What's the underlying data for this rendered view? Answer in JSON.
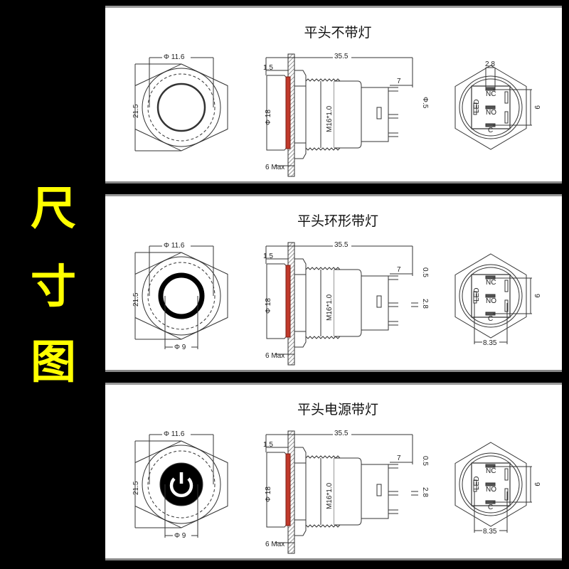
{
  "side_label": [
    "尺",
    "寸",
    "图"
  ],
  "colors": {
    "accent_yellow": "#ffff00",
    "flange_red": "#c0392b"
  },
  "panels": [
    {
      "title": "平头不带灯",
      "variant": "no-light",
      "front": {
        "diameter": "Φ 11.6",
        "height": "21.5"
      },
      "side": {
        "length": "35.5",
        "flange": "1.5",
        "diameter": "Φ 18",
        "thread": "M16*1.0",
        "panel_max": "6 Max",
        "pin_length": "7",
        "pin_thick": "Φ.5"
      },
      "back": {
        "pin_spacing": "2.8",
        "height": "9",
        "terminals": [
          "NC",
          "NO",
          "C"
        ],
        "led": "LED"
      }
    },
    {
      "title": "平头环形带灯",
      "variant": "ring-light",
      "front": {
        "diameter": "Φ 11.6",
        "height": "21.5",
        "inner": "Φ 9"
      },
      "side": {
        "length": "35.5",
        "flange": "1.5",
        "diameter": "Φ 18",
        "thread": "M16*1.0",
        "panel_max": "6 Max",
        "pin_length": "7",
        "pin_thick": "0.5",
        "pin_spacing": "2.8"
      },
      "back": {
        "height": "9",
        "width": "8.35",
        "terminals": [
          "NC",
          "NO",
          "C"
        ],
        "led": "LED"
      }
    },
    {
      "title": "平头电源带灯",
      "variant": "power-light",
      "front": {
        "diameter": "Φ 11.6",
        "height": "21.5",
        "inner": "Φ 9"
      },
      "side": {
        "length": "35.5",
        "flange": "1.5",
        "diameter": "Φ 18",
        "thread": "M16*1.0",
        "panel_max": "6 Max",
        "pin_length": "7",
        "pin_thick": "0.5",
        "pin_spacing": "2.8"
      },
      "back": {
        "height": "9",
        "width": "8.35",
        "terminals": [
          "NC",
          "NO",
          "C"
        ],
        "led": "LED"
      }
    }
  ]
}
